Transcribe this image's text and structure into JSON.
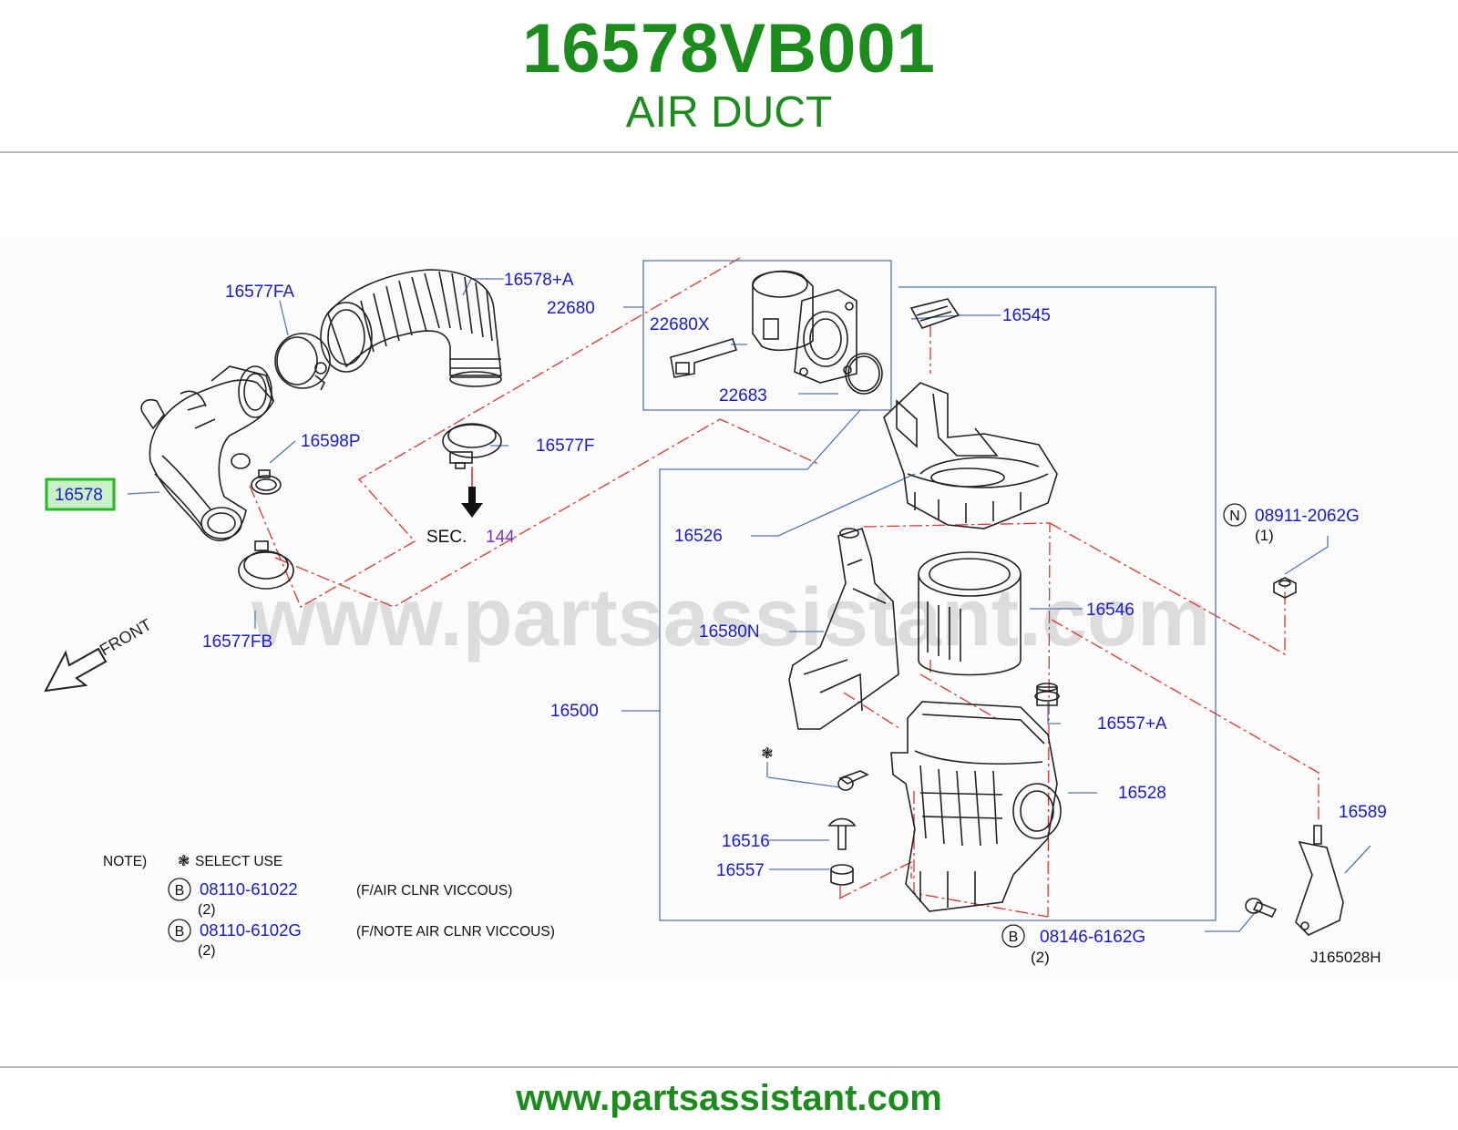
{
  "header": {
    "part_number": "16578VB001",
    "part_name": "AIR DUCT"
  },
  "watermark": "www.partsassistant.com",
  "callouts": {
    "c16577FA": "16577FA",
    "c16578A": "16578+A",
    "c22680": "22680",
    "c22680X": "22680X",
    "c22683": "22683",
    "c16545": "16545",
    "c16598P": "16598P",
    "c16577F": "16577F",
    "c16578": "16578",
    "sec_label": "SEC.",
    "sec_number": "144",
    "c16526": "16526",
    "c16546": "16546",
    "c16580N": "16580N",
    "c16500": "16500",
    "c16557A": "16557+A",
    "c16528": "16528",
    "c16516": "16516",
    "c16557": "16557",
    "c16589": "16589",
    "c16577FB": "16577FB",
    "c08911": "08911-2062G",
    "c08911_qty": "(1)",
    "c08911_prefix": "N",
    "c08146": "08146-6162G",
    "c08146_qty": "(2)",
    "c08146_prefix": "B",
    "front": "FRONT",
    "diagram_code": "J165028H",
    "select_symbol": "❃"
  },
  "note": {
    "title": "NOTE)",
    "symbol": "❃",
    "select_use": "SELECT   USE",
    "items": [
      {
        "prefix": "B",
        "part": "08110-61022",
        "qty": "(2)",
        "desc": "(F/AIR   CLNR   VICCOUS)"
      },
      {
        "prefix": "B",
        "part": "08110-6102G",
        "qty": "(2)",
        "desc": "(F/NOTE   AIR   CLNR   VICCOUS)"
      }
    ]
  },
  "footer": {
    "url": "www.partsassistant.com"
  },
  "colors": {
    "brand_green": "#1c8c1c",
    "callout_blue": "#1a1acc",
    "highlight_green": "#22bb22",
    "leader_blue": "#5577aa",
    "dash_red": "#dd3333"
  }
}
